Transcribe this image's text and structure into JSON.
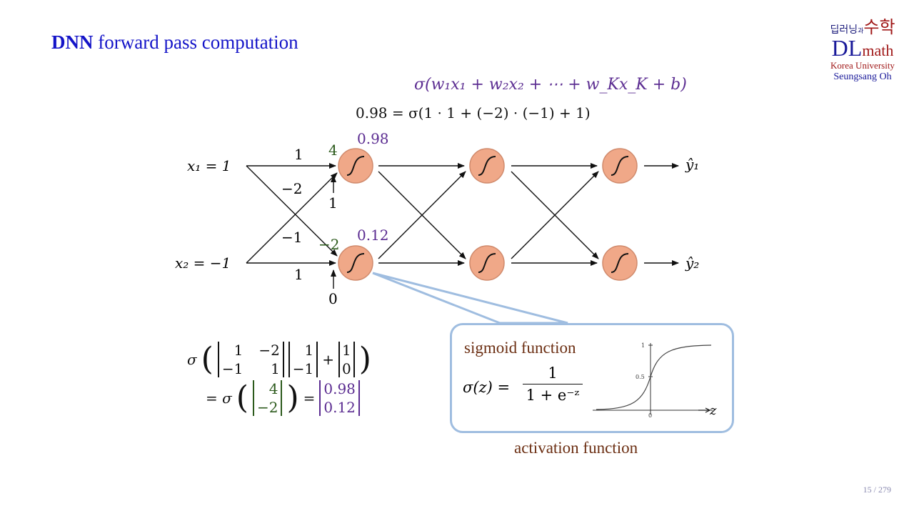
{
  "slide": {
    "title_bold": "DNN",
    "title_rest": "forward pass computation",
    "page": "15 / 279"
  },
  "logo": {
    "top_left": "딥러닝",
    "top_mid": "과",
    "top_right": "수학",
    "dl": "DL",
    "math": "math",
    "university": "Korea University",
    "author": "Seungsang Oh"
  },
  "formulas": {
    "general": "σ(w₁x₁ + w₂x₂ + ⋯ + w_Kx_K + b)",
    "example": "0.98 = σ(1 · 1 + (−2) · (−1) + 1)"
  },
  "network": {
    "inputs": [
      "x₁ = 1",
      "x₂ = −1"
    ],
    "outputs": [
      "ŷ₁",
      "ŷ₂"
    ],
    "weights": [
      "1",
      "−2",
      "−1",
      "1"
    ],
    "biases": [
      "1",
      "0"
    ],
    "pre_activations": [
      "4",
      "−2"
    ],
    "activations": [
      "0.98",
      "0.12"
    ]
  },
  "matrix_eq": {
    "sigma": "σ",
    "W": [
      [
        "1",
        "−2"
      ],
      [
        "−1",
        "1"
      ]
    ],
    "x": [
      "1",
      "−1"
    ],
    "b": [
      "1",
      "0"
    ],
    "plus": "+",
    "eq": "= σ",
    "z": [
      "4",
      "−2"
    ],
    "eq2": "=",
    "a": [
      "0.98",
      "0.12"
    ]
  },
  "callout": {
    "title": "sigmoid function",
    "lhs": "σ(z) =",
    "numerator": "1",
    "denominator": "1 + e⁻ᶻ",
    "axis_var": "z",
    "tick_one": "1",
    "tick_half": "0.5",
    "tick_zero": "0",
    "caption": "activation function"
  },
  "colors": {
    "neuron_fill": "#f0a888",
    "neuron_stroke": "#d08a6c",
    "callout_border": "#9fbde0",
    "purple": "#5b2c91",
    "green": "#2c5a1c",
    "brown": "#6b2e12"
  }
}
